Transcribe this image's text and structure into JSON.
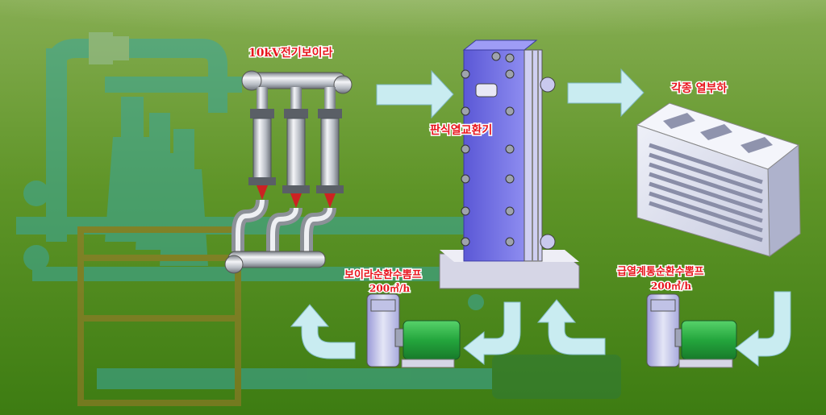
{
  "labels": {
    "boiler": "10kV전기보이라",
    "heat_exchanger": "판식열교환기",
    "heat_load": "각종 열부하",
    "boiler_pump": "보이라순환수뽐프",
    "boiler_pump_flow": "200㎥/h",
    "supply_pump": "급열계통순환수뽐프",
    "supply_pump_flow": "200㎥/h"
  },
  "colors": {
    "background_top": "#6f9e3a",
    "background_bottom": "#3f7f14",
    "arrow_fill": "#c9ecf1",
    "exchanger_plate": "#6f6ee8",
    "label_text": "#e8141c",
    "pump_motor": "#2fb04a"
  },
  "icons": [
    "right-arrow-icon",
    "curved-arrow-icon"
  ]
}
